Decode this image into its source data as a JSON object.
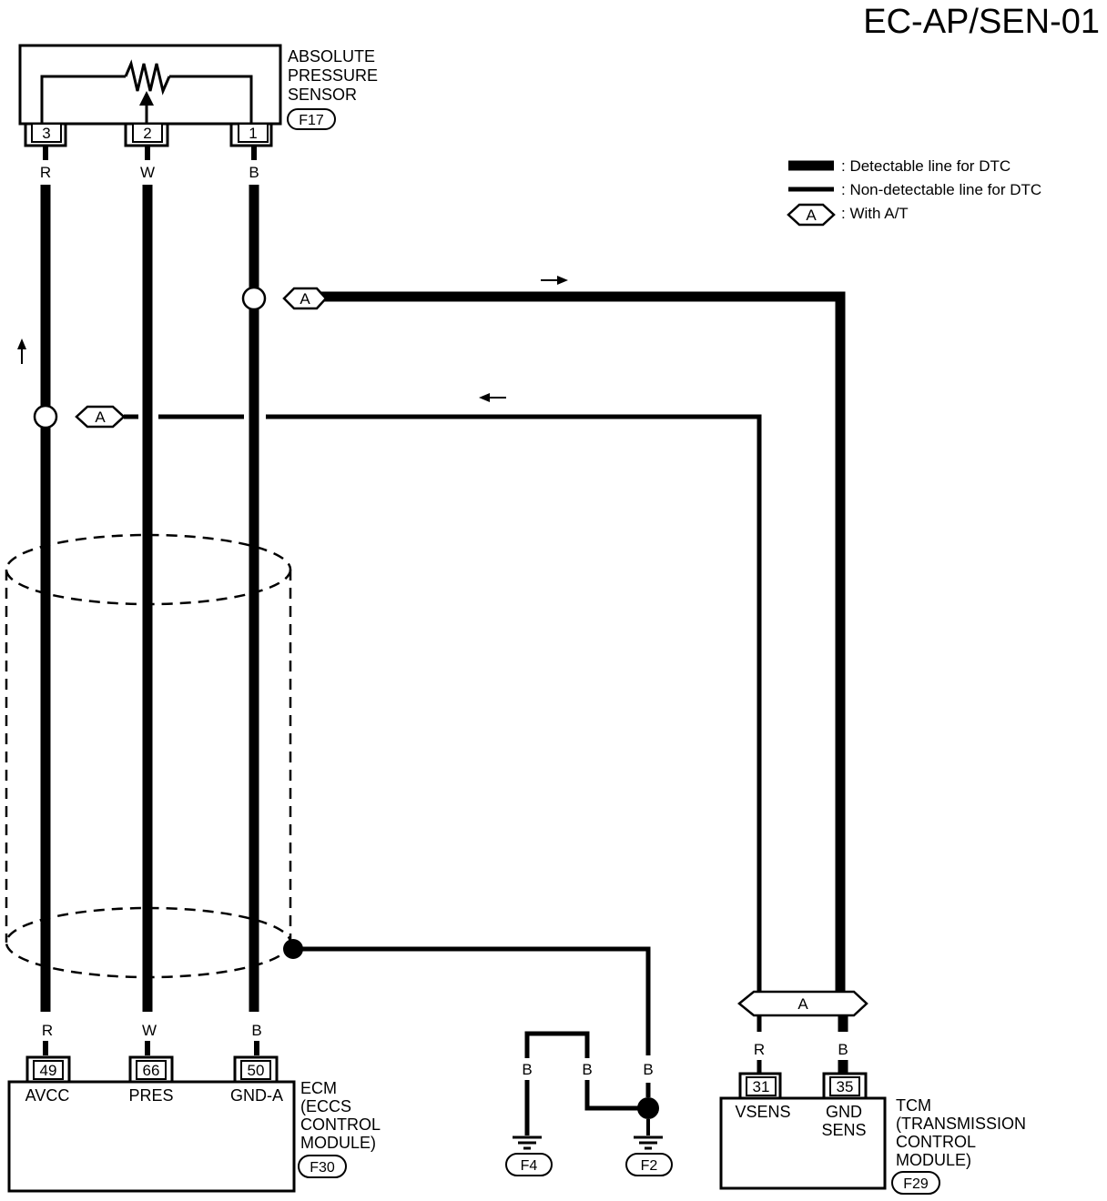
{
  "page_id": "EC-AP/SEN-01",
  "sensor": {
    "name_lines": [
      "ABSOLUTE",
      "PRESSURE",
      "SENSOR"
    ],
    "connector": "F17",
    "pins": [
      "3",
      "2",
      "1"
    ]
  },
  "wire_colors": {
    "top": [
      "R",
      "W",
      "B"
    ],
    "bottom": [
      "R",
      "W",
      "B"
    ],
    "ground": [
      "B",
      "B",
      "B"
    ],
    "tcm": [
      "R",
      "B"
    ]
  },
  "legend": {
    "detectable": ": Detectable line for DTC",
    "non_detectable": ": Non-detectable line for DTC",
    "option_code": "A",
    "option_text": ": With A/T"
  },
  "splice_codes": [
    "A",
    "A",
    "A"
  ],
  "ecm": {
    "pins": [
      "49",
      "66",
      "50"
    ],
    "pin_names": [
      "AVCC",
      "PRES",
      "GND-A"
    ],
    "name_lines": [
      "ECM",
      "(ECCS",
      "CONTROL",
      "MODULE)"
    ],
    "connector": "F30"
  },
  "grounds": [
    "F4",
    "F2"
  ],
  "tcm": {
    "pins": [
      "31",
      "35"
    ],
    "pin_names": [
      "VSENS",
      "GND",
      "SENS"
    ],
    "name_lines": [
      "TCM",
      "(TRANSMISSION",
      "CONTROL",
      "MODULE)"
    ],
    "connector": "F29"
  }
}
